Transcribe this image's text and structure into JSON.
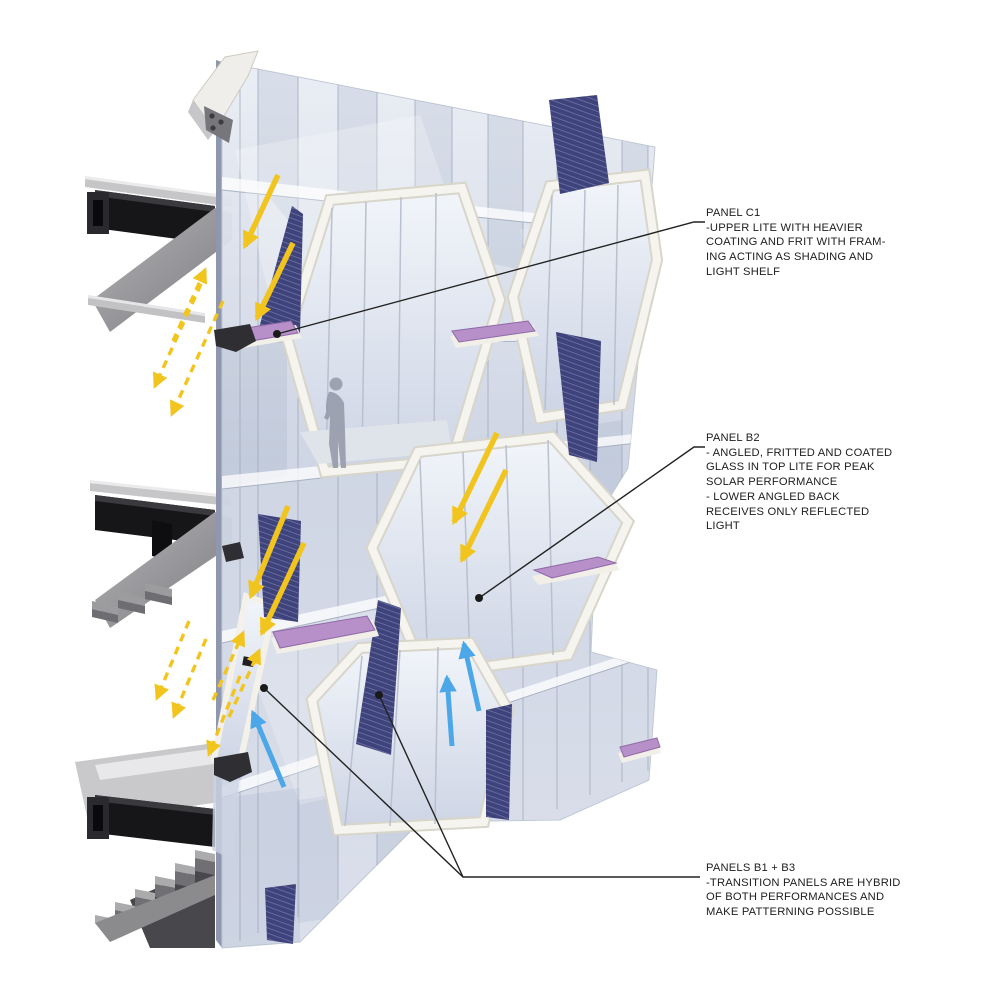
{
  "annotations": [
    {
      "title": "PANEL C1",
      "body": "-UPPER LITE WITH HEAVIER\nCOATING AND FRIT WITH FRAM-\nING ACTING AS SHADING AND\nLIGHT SHELF"
    },
    {
      "title": "PANEL B2",
      "body": "- ANGLED, FRITTED AND COATED\nGLASS IN TOP LITE FOR PEAK\nSOLAR PERFORMANCE\n- LOWER ANGLED BACK\nRECEIVES ONLY REFLECTED\nLIGHT"
    },
    {
      "title": "PANELS B1 + B3",
      "body": "-TRANSITION PANELS ARE HYBRID\nOF BOTH PERFORMANCES AND\nMAKE PATTERNING POSSIBLE"
    }
  ],
  "colors": {
    "background": "#FFFFFF",
    "direct_sunlight_arrow": "#F2C41E",
    "reflected_light_arrow": "#4BA7E8",
    "light_shelf": "#B78FC9",
    "frit_panel": "#3F437B",
    "frame_white": "#F6F4EE",
    "leader_line": "#222222",
    "annotation_text": "#1D1D1F"
  }
}
